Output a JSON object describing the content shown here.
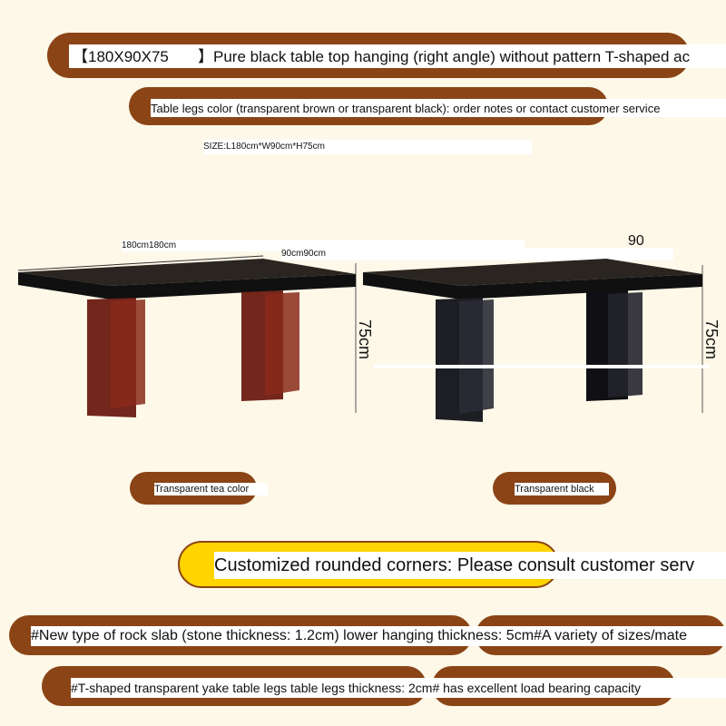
{
  "header": {
    "size_code": "【180X90X75",
    "description": "】Pure black table top hanging (right angle) without pattern   T-shaped ac",
    "legs_note": "Table legs color (transparent brown or transparent black): order notes or contact customer service",
    "size_line": "SIZE:L180cm*W90cm*H75cm"
  },
  "dimensions": {
    "length_label": "180cm180cm",
    "width_label": "90cm90cm",
    "height_left": "75cm",
    "height_right": "75cm",
    "cropped_digits": "90"
  },
  "variants": [
    {
      "name": "Transparent tea color",
      "leg_color": "#6b1a10"
    },
    {
      "name": "Transparent black",
      "leg_color": "#1d1d24"
    }
  ],
  "custom_note": "Customized rounded corners: Please consult customer serv",
  "features": [
    "#New type of rock slab (stone thickness: 1.2cm) lower hanging thickness: 5cm#A variety of sizes/mate",
    "#T-shaped transparent yake table legs table legs thickness: 2cm# has excellent load bearing capacity"
  ],
  "colors": {
    "pill": "#8b4416",
    "highlight": "#ffd400",
    "background": "#fdf8e8"
  }
}
